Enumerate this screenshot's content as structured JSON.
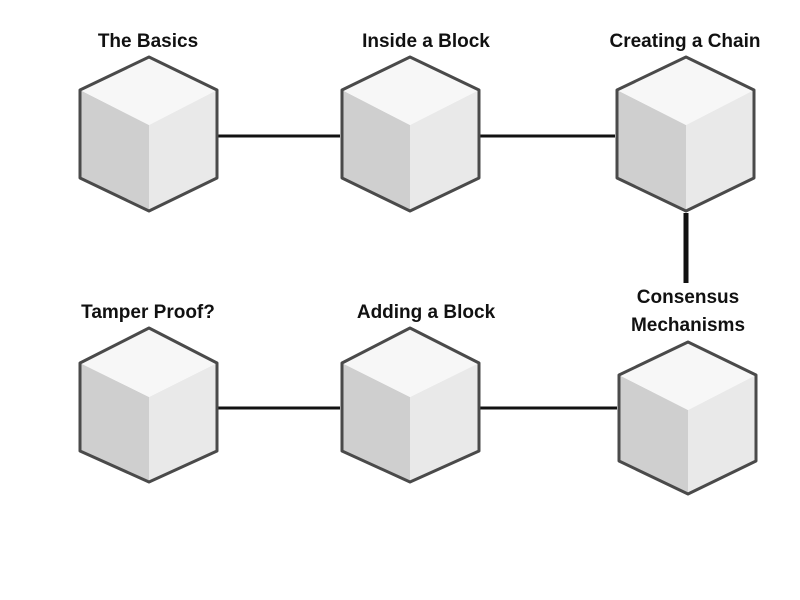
{
  "nodes": [
    {
      "id": "basics",
      "label": "The Basics"
    },
    {
      "id": "inside",
      "label": "Inside a Block"
    },
    {
      "id": "chain",
      "label": "Creating a Chain"
    },
    {
      "id": "consensus",
      "label": "Consensus\nMechanisms"
    },
    {
      "id": "adding",
      "label": "Adding a Block"
    },
    {
      "id": "tamper",
      "label": "Tamper Proof?"
    }
  ],
  "colors": {
    "cube_top": "#f7f7f7",
    "cube_left": "#cfcfcf",
    "cube_right": "#e9e9e9",
    "cube_stroke": "#4a4a4a",
    "connector": "#111111"
  }
}
